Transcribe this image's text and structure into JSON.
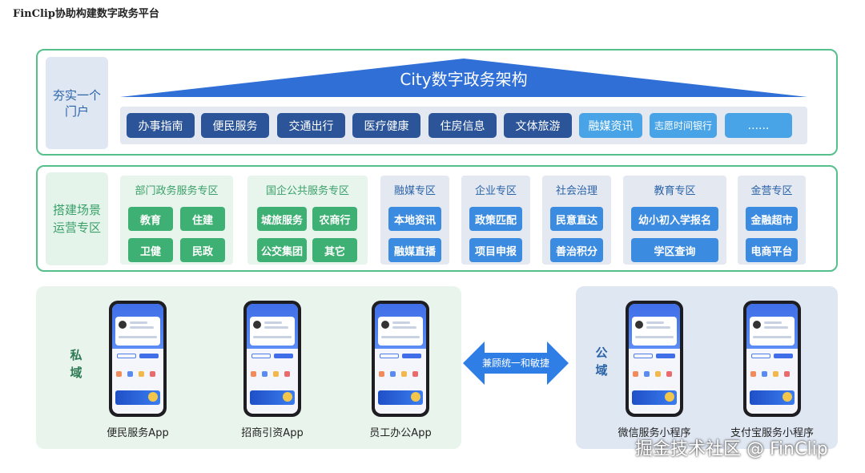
{
  "page_title": "FinClip协助构建数字政务平台",
  "section1": {
    "side_label": "夯实一个门户",
    "roof_title": "City数字政务架构",
    "services": [
      {
        "label": "办事指南",
        "style": "dark"
      },
      {
        "label": "便民服务",
        "style": "dark"
      },
      {
        "label": "交通出行",
        "style": "dark"
      },
      {
        "label": "医疗健康",
        "style": "dark"
      },
      {
        "label": "住房信息",
        "style": "dark"
      },
      {
        "label": "文体旅游",
        "style": "dark"
      },
      {
        "label": "融媒资讯",
        "style": "light"
      },
      {
        "label": "志愿时间银行",
        "style": "light"
      },
      {
        "label": "......",
        "style": "light"
      }
    ]
  },
  "section2": {
    "side_label": "搭建场景运营专区",
    "zones": [
      {
        "title": "部门政务服务专区",
        "color": "green",
        "items": [
          "教育",
          "住建",
          "卫健",
          "民政"
        ]
      },
      {
        "title": "国企公共服务专区",
        "color": "green",
        "items": [
          "城旅服务",
          "农商行",
          "公交集团",
          "其它"
        ]
      },
      {
        "title": "融媒专区",
        "color": "blue",
        "items": [
          "本地资讯",
          "融媒直播"
        ]
      },
      {
        "title": "企业专区",
        "color": "blue",
        "items": [
          "政策匹配",
          "项目申报"
        ]
      },
      {
        "title": "社会治理",
        "color": "blue",
        "items": [
          "民意直达",
          "善治积分"
        ]
      },
      {
        "title": "教育专区",
        "color": "blue",
        "items": [
          "幼小初入学报名",
          "学区查询"
        ]
      },
      {
        "title": "金营专区",
        "color": "blue",
        "items": [
          "金融超市",
          "电商平台"
        ]
      }
    ]
  },
  "section3": {
    "private_label": "私域",
    "public_label": "公域",
    "private_apps": [
      "便民服务App",
      "招商引资App",
      "员工办公App"
    ],
    "public_apps": [
      "微信服务小程序",
      "支付宝服务小程序"
    ],
    "arrow_text": "兼顾统一和敏捷"
  },
  "watermark": "掘金技术社区 @ FinClip",
  "colors": {
    "frame_green": "#55c08c",
    "dark_blue": "#2c5498",
    "light_blue": "#48a4e6",
    "roof_blue": "#2f6fd6",
    "button_green": "#3fb073",
    "button_blue": "#3b8be0"
  }
}
